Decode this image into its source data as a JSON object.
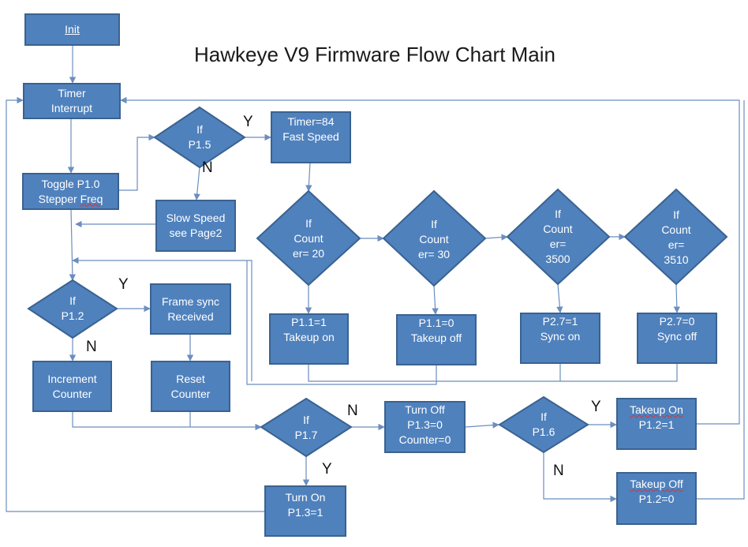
{
  "title": "Hawkeye V9 Firmware Flow Chart Main",
  "colors": {
    "node_fill": "#4f81bd",
    "node_border": "#3a6290",
    "connector": "#6c8ebf",
    "text": "#ffffff"
  },
  "nodes": {
    "init": "Init",
    "timer_interrupt": [
      "Timer",
      "Interrupt"
    ],
    "toggle": [
      "Toggle P1.0",
      "Stepper Freq"
    ],
    "if_p15": [
      "If",
      "P1.5"
    ],
    "timer84": [
      "Timer=84",
      "Fast Speed"
    ],
    "slow_speed": [
      "Slow Speed",
      "see Page2"
    ],
    "if_count20": [
      "If",
      "Count",
      "er= 20"
    ],
    "if_count30": [
      "If",
      "Count",
      "er= 30"
    ],
    "if_count3500": [
      "If",
      "Count",
      "er=",
      "3500"
    ],
    "if_count3510": [
      "If",
      "Count",
      "er=",
      "3510"
    ],
    "p11_1": [
      "P1.1=1",
      "Takeup on"
    ],
    "p11_0": [
      "P1.1=0",
      "Takeup off"
    ],
    "p27_1": [
      "P2.7=1",
      "Sync on"
    ],
    "p27_0": [
      "P2.7=0",
      "Sync off"
    ],
    "if_p12": [
      "If",
      "P1.2"
    ],
    "frame_sync": [
      "Frame sync",
      "Received"
    ],
    "increment": [
      "Increment",
      "Counter"
    ],
    "reset": [
      "Reset",
      "Counter"
    ],
    "if_p17": [
      "If",
      "P1.7"
    ],
    "turn_off": [
      "Turn Off",
      "P1.3=0",
      "Counter=0"
    ],
    "if_p16": [
      "If",
      "P1.6"
    ],
    "takeup_on": [
      "Takeup On",
      "P1.2=1"
    ],
    "takeup_off": [
      "Takeup Off",
      "P1.2=0"
    ],
    "turn_on": [
      "Turn On",
      "P1.3=1"
    ]
  },
  "labels": {
    "p15_yes": "Y",
    "p15_no": "N",
    "p12_yes": "Y",
    "p12_no": "N",
    "p17_no": "N",
    "p17_yes": "Y",
    "p16_yes": "Y",
    "p16_no": "N"
  }
}
